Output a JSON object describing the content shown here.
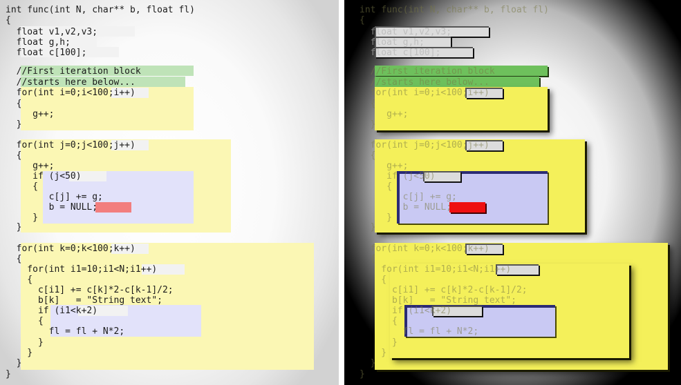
{
  "code_lines": [
    "int func(int N, char** b, float fl)",
    "{",
    "  float v1,v2,v3;",
    "  float g,h;",
    "  float c[100];",
    "  //First iteration block",
    "  //starts here below...",
    "  for(int i=0;i<100;i++)",
    "  {",
    "     g++;",
    "  }",
    "  for(int j=0;j<100;j++)",
    "  {",
    "     g++;",
    "     if (j<50)",
    "     {",
    "        c[j] += g;",
    "        b = NULL;",
    "     }",
    "  }",
    "  for(int k=0;k<100;k++)",
    "  {",
    "    for(int i1=10;i1<N;i1++)",
    "    {",
    "      c[i1] += c[k]*2-c[k-1]/2;",
    "      b[k]   = \"String text\";",
    "      if (i1<k+2)",
    "      {",
    "        fl = fl + N*2;",
    "      }",
    "    }",
    "  }",
    "}"
  ],
  "panels": {
    "left": {
      "style": "flat"
    },
    "right": {
      "style": "3d-shaded"
    }
  },
  "colors": {
    "loop_block": "#fbf7b4",
    "condition_block": "#e2e2fa",
    "comment_highlight": "#bfe3b8",
    "declaration_highlight": "#f2f2f2",
    "null_highlight": "#f27e7e",
    "loop_block_3d": "#f4f05a",
    "condition_block_3d": "#c9c9f3",
    "comment_highlight_3d": "#6ec05c",
    "null_highlight_3d": "#ee1010"
  }
}
